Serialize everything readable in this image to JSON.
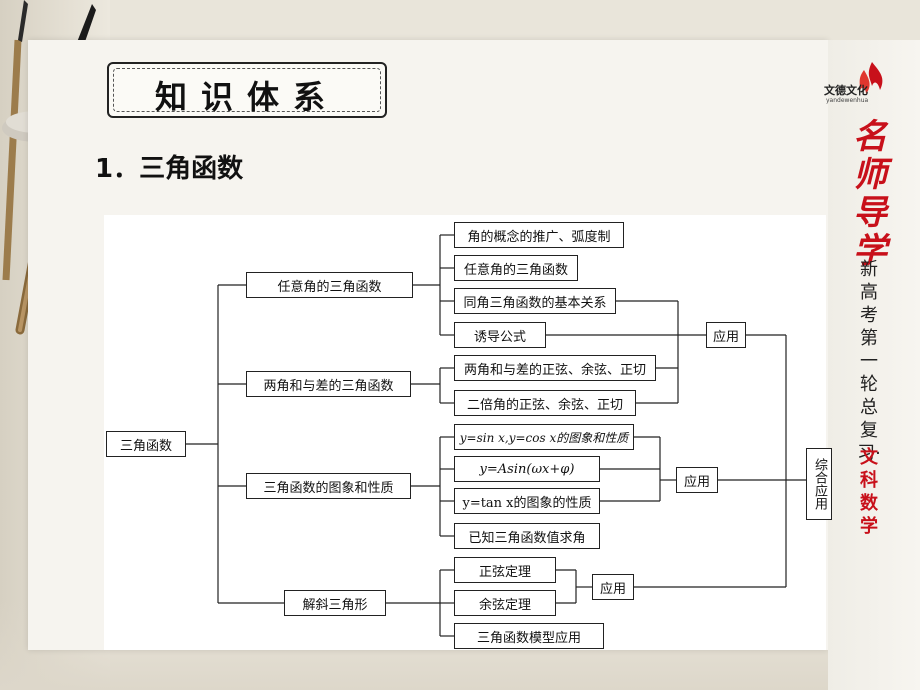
{
  "header": {
    "section_title": "知识体系",
    "heading": "1．三角函数"
  },
  "brand": {
    "logo_text": "文德文化",
    "logo_subtext": "yandewenhua",
    "name": "名师导学",
    "series": "新高考第一轮总复习·",
    "subject": "文科数学"
  },
  "diagram": {
    "root": "三角函数",
    "level1": [
      "任意角的三角函数",
      "两角和与差的三角函数",
      "三角函数的图象和性质",
      "解斜三角形"
    ],
    "leaves": [
      "角的概念的推广、弧度制",
      "任意角的三角函数",
      "同角三角函数的基本关系",
      "诱导公式",
      "两角和与差的正弦、余弦、正切",
      "二倍角的正弦、余弦、正切",
      "y=sin x,y=cos x的图象和性质",
      "y=Asin(ωx+φ)",
      "y=tan x的图象的性质",
      "已知三角函数值求角",
      "正弦定理",
      "余弦定理",
      "三角函数模型应用"
    ],
    "apply1": "应用",
    "apply2": "应用",
    "apply3": "应用",
    "final": "综合应用"
  }
}
